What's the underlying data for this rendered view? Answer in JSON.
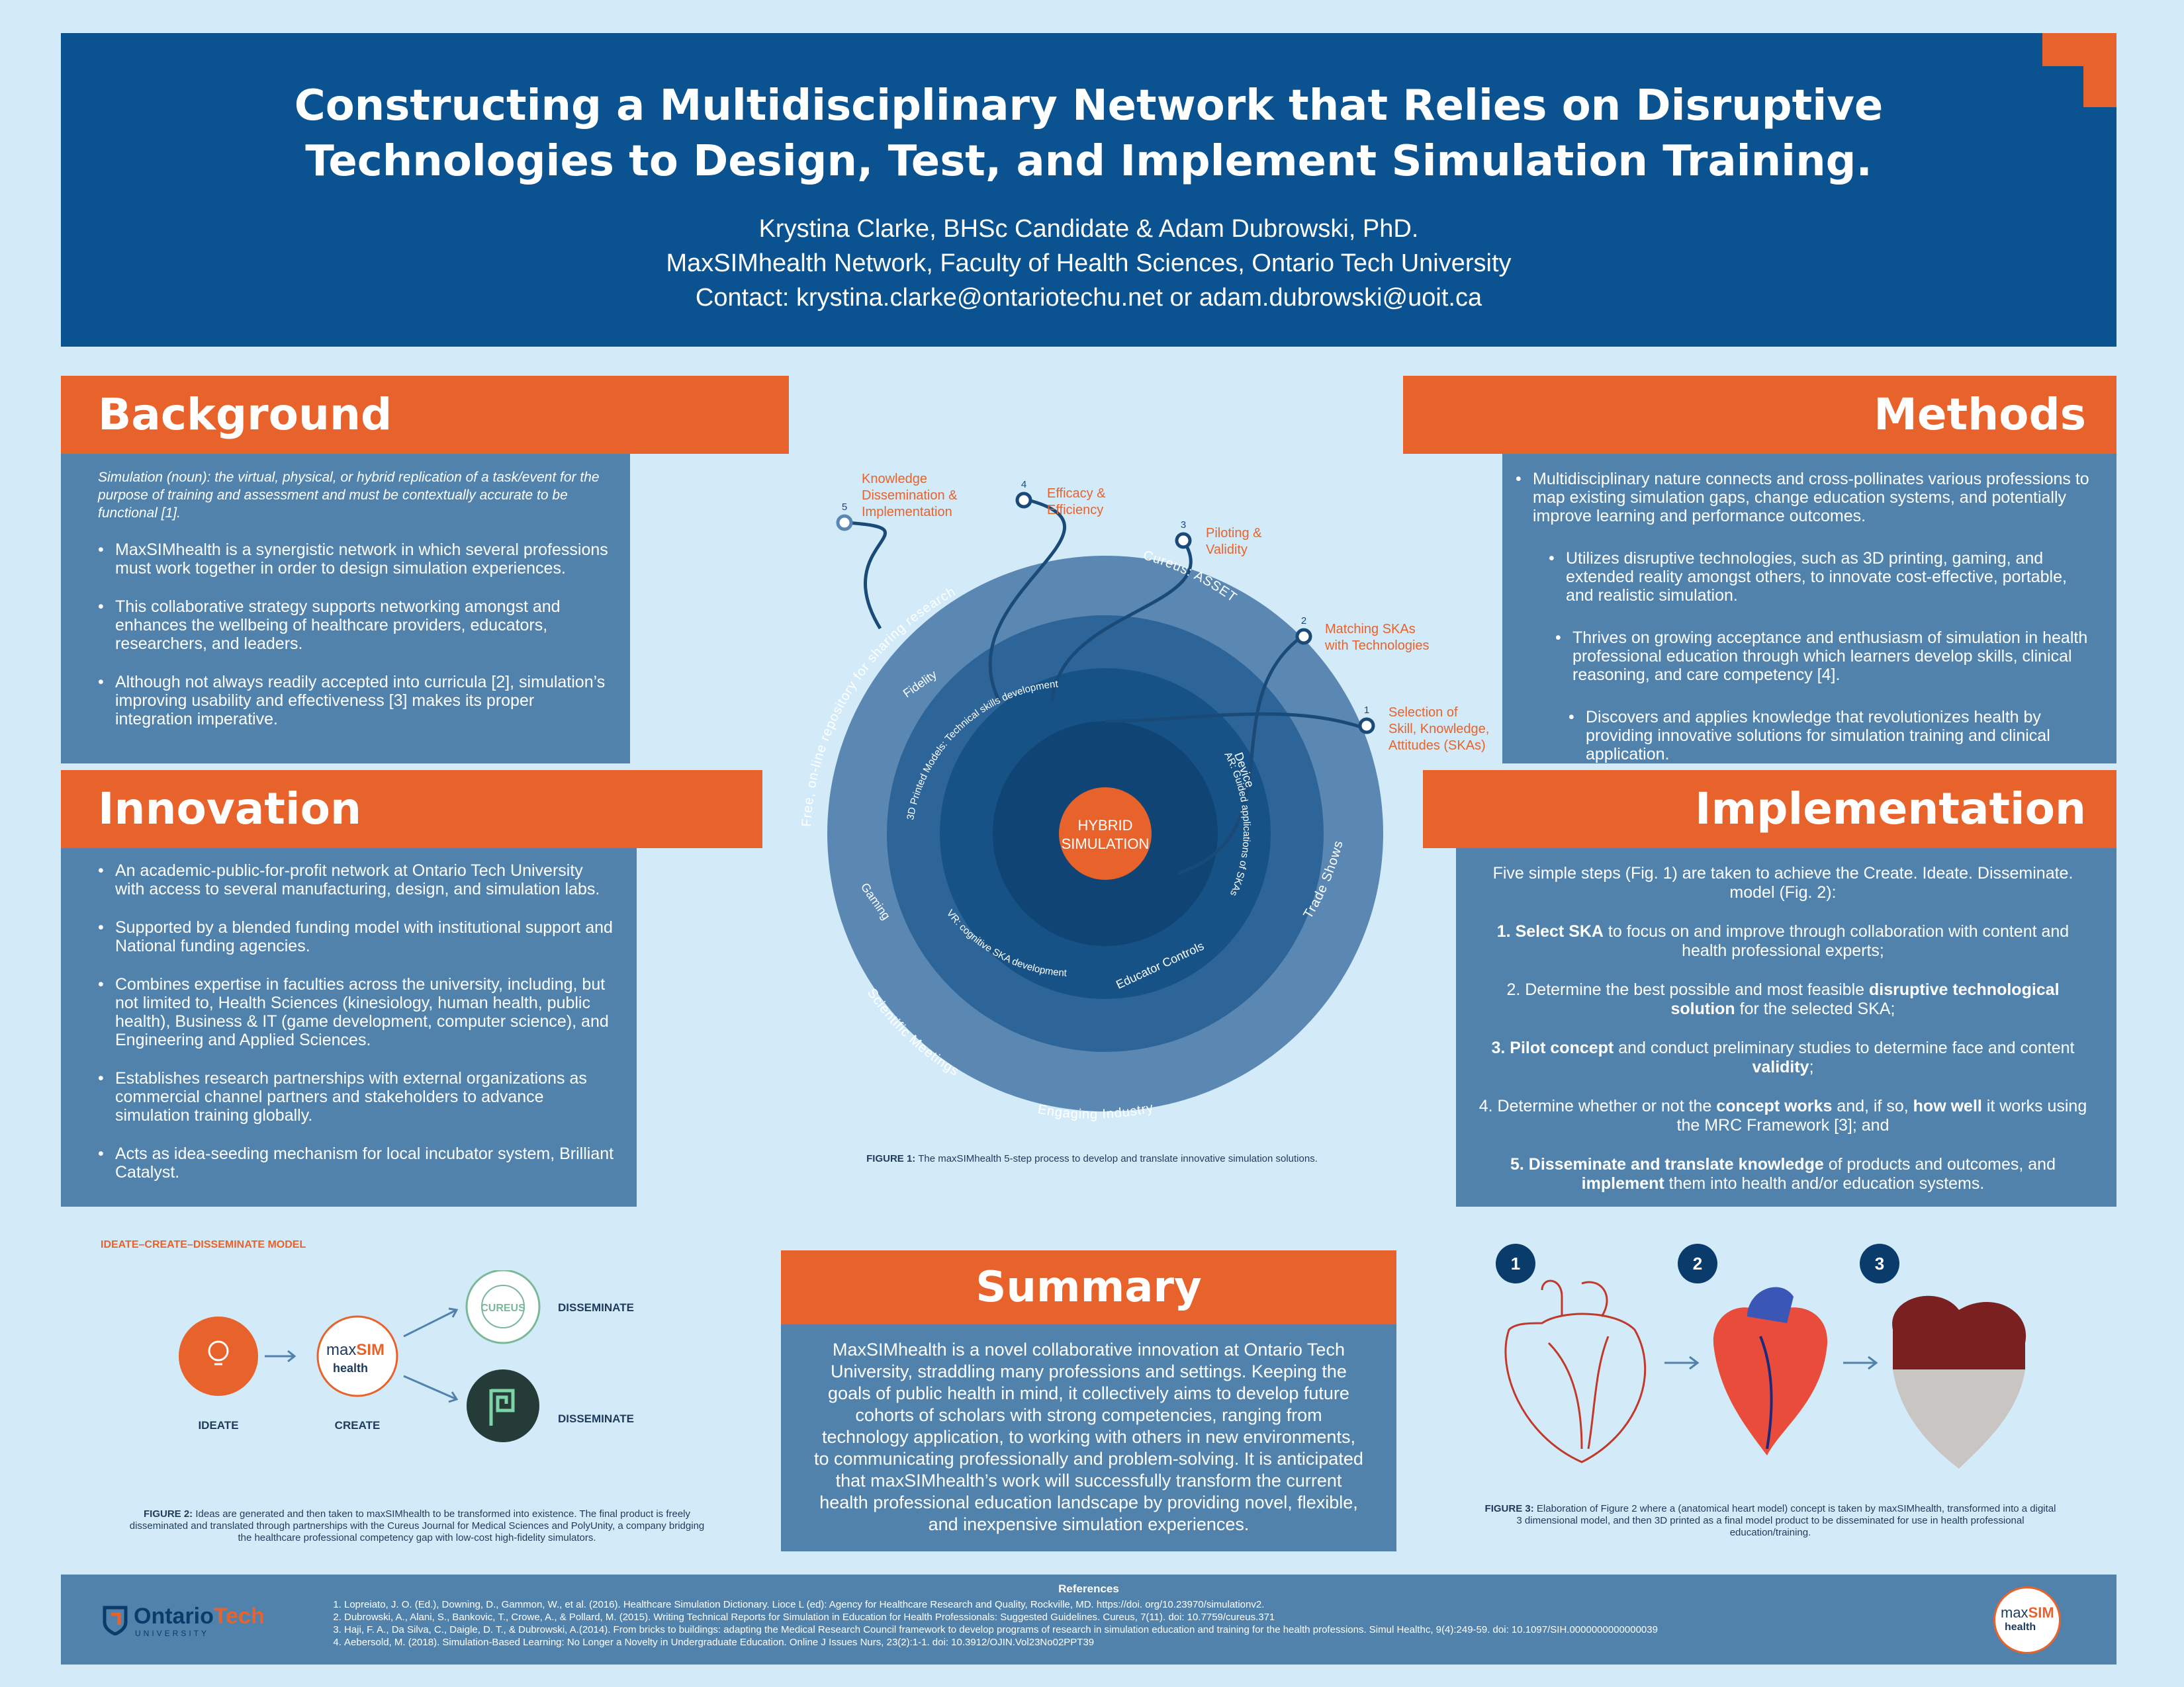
{
  "header": {
    "title_line1": "Constructing a Multidisciplinary Network that Relies on Disruptive",
    "title_line2": "Technologies to Design, Test, and Implement Simulation Training.",
    "authors": "Krystina Clarke, BHSc Candidate & Adam Dubrowski, PhD.",
    "affiliation": "MaxSIMhealth Network, Faculty of Health Sciences, Ontario Tech University",
    "contact": "Contact: krystina.clarke@ontariotechu.net or adam.dubrowski@uoit.ca"
  },
  "background": {
    "title": "Background",
    "definition": "Simulation (noun): the virtual, physical, or hybrid replication of a task/event for the purpose of training and assessment and must be contextually accurate to be functional [1].",
    "bullets": [
      "MaxSIMhealth is a synergistic network in which several professions must work together in order to design simulation experiences.",
      "This collaborative strategy supports networking amongst and enhances the wellbeing of healthcare providers, educators, researchers, and leaders.",
      "Although not always readily accepted into curricula [2], simulation’s improving usability and effectiveness [3] makes its proper integration imperative."
    ]
  },
  "innovation": {
    "title": "Innovation",
    "bullets": [
      "An academic-public-for-profit network at Ontario Tech University with access to several manufacturing, design, and simulation labs.",
      "Supported by a blended funding model with institutional support and National funding agencies.",
      "Combines expertise in faculties across the university, including, but not limited to, Health Sciences (kinesiology, human health, public health), Business & IT (game development, computer science), and Engineering and Applied Sciences.",
      "Establishes research partnerships with external organizations as commercial channel partners and stakeholders to advance simulation training globally.",
      "Acts as idea-seeding mechanism for local incubator system, Brilliant Catalyst."
    ]
  },
  "methods": {
    "title": "Methods",
    "bullets": [
      "Multidisciplinary nature connects and cross-pollinates various professions to map existing simulation gaps, change education systems, and potentially improve learning and performance outcomes.",
      "Utilizes disruptive technologies, such as 3D printing, gaming, and extended reality amongst others, to innovate cost-effective, portable, and realistic simulation.",
      "Thrives on growing acceptance and enthusiasm of simulation in health professional education through which learners develop skills, clinical reasoning, and care competency [4].",
      "Discovers and applies knowledge that revolutionizes health by providing innovative solutions for simulation training and clinical application."
    ]
  },
  "implementation": {
    "title": "Implementation",
    "intro": "Five simple steps (Fig. 1) are taken to achieve the Create. Ideate. Disseminate. model (Fig. 2):",
    "s1_num": "1.",
    "s1_bold": "Select SKA",
    "s1_text": " to focus on and improve through collaboration with content and health professional experts;",
    "s2_text": "2. Determine the best possible and most feasible ",
    "s2_bold": "disruptive technological solution",
    "s2_text2": " for the selected SKA;",
    "s3_bold": "3. Pilot concept",
    "s3_text": " and conduct preliminary studies to determine face and content ",
    "s3_bold2": "validity",
    "s3_text2": ";",
    "s4_text": "4. Determine whether or not the ",
    "s4_bold": "concept works",
    "s4_text2": " and, if so, ",
    "s4_bold2": "how well",
    "s4_text3": " it works using the MRC Framework [3]; and",
    "s5_bold": "5. Disseminate and translate knowledge",
    "s5_text": " of products and outcomes, and ",
    "s5_bold2": "implement",
    "s5_text2": " them into health and/or education systems."
  },
  "diagram": {
    "center_line1": "HYBRID",
    "center_line2": "SIMULATION",
    "ring_inner": {
      "top": "3D Printed Models: Technical skills development",
      "right": "AR: Guided applications of SKAs",
      "bottom": "VR: cognitive SKA development"
    },
    "ring_mid": {
      "top_left": "Fidelity",
      "right": "Device",
      "bottom_left": "Gaming",
      "bottom_right": "Educator Controls"
    },
    "ring_outer": {
      "left": "Free, on-line repository for sharing research",
      "top_right": "Cureus: ASSET",
      "right": "Trade Shows",
      "bottom_left": "Scientific Meetings",
      "bottom": "Engaging Industry"
    },
    "steps": [
      {
        "num": "1",
        "label_l1": "Selection of",
        "label_l2": "Skill, Knowledge,",
        "label_l3": "Attitudes (SKAs)"
      },
      {
        "num": "2",
        "label_l1": "Matching SKAs",
        "label_l2": "with Technologies",
        "label_l3": ""
      },
      {
        "num": "3",
        "label_l1": "Piloting &",
        "label_l2": "Validity",
        "label_l3": ""
      },
      {
        "num": "4",
        "label_l1": "Efficacy &",
        "label_l2": "Efficiency",
        "label_l3": ""
      },
      {
        "num": "5",
        "label_l1": "Knowledge",
        "label_l2": "Dissemination &",
        "label_l3": "Implementation"
      }
    ],
    "caption_bold": "FIGURE 1:",
    "caption_text": " The maxSIMhealth 5-step process to develop and translate innovative simulation solutions."
  },
  "model": {
    "title": "IDEATE–CREATE–DISSEMINATE MODEL",
    "ideate": "IDEATE",
    "create": "CREATE",
    "disseminate_1": "DISSEMINATE",
    "disseminate_2": "DISSEMINATE",
    "maxsim_a": "max",
    "maxsim_b": "SIM",
    "maxsim_c": "health",
    "cureus_text": "CUREUS",
    "caption_bold": "FIGURE 2:",
    "caption_text": " Ideas are generated and then taken to maxSIMhealth to be transformed into existence. The final product is freely disseminated and translated through partnerships with the Cureus Journal for Medical Sciences and PolyUnity, a company bridging the healthcare professional competency gap with low-cost high-fidelity simulators."
  },
  "summary": {
    "title": "Summary",
    "text": "MaxSIMhealth is a novel collaborative innovation at Ontario Tech University, straddling many professions and settings. Keeping the goals of public health in mind, it collectively aims to develop future cohorts of scholars with strong competencies, ranging from technology application, to working with others in new environments, to communicating professionally and problem-solving. It is anticipated that maxSIMhealth’s work will successfully transform the current health professional education landscape by providing novel, flexible, and inexpensive simulation experiences."
  },
  "heart": {
    "steps": [
      "1",
      "2",
      "3"
    ],
    "caption_bold": "FIGURE 3:",
    "caption_text": " Elaboration of Figure 2 where a (anatomical heart model) concept is taken by maxSIMhealth, transformed into a digital 3 dimensional model, and then 3D printed as a final model product to be disseminated for use in health professional education/training."
  },
  "references": {
    "title": "References",
    "items": [
      "Lopreiato, J. O. (Ed.), Downing, D., Gammon, W., et al. (2016). Healthcare Simulation Dictionary. Lioce L (ed): Agency for Healthcare Research and Quality, Rockville, MD. https://doi. org/10.23970/simulationv2.",
      "Dubrowski, A., Alani, S., Bankovic, T., Crowe, A., & Pollard, M. (2015). Writing Technical Reports for Simulation in Education for Health Professionals: Suggested Guidelines. Cureus, 7(11). doi: 10.7759/cureus.371",
      "Haji, F. A., Da Silva, C., Daigle, D. T., & Dubrowski, A.(2014). From bricks to buildings: adapting the Medical Research Council framework to develop programs of research in simulation education and training for the health professions. Simul Healthc, 9(4):249-59. doi: 10.1097/SIH.0000000000000039",
      "Aebersold, M. (2018). Simulation-Based Learning: No Longer a Novelty in Undergraduate Education. Online J Issues Nurs, 23(2):1-1. doi: 10.3912/OJIN.Vol23No02PPT39"
    ],
    "logo_ontario": "Ontario",
    "logo_tech": "Tech",
    "logo_university": "UNIVERSITY",
    "logo_max": "max",
    "logo_sim": "SIM",
    "logo_health": "health"
  },
  "colors": {
    "navy": "#0a5290",
    "orange": "#e8622b",
    "panel": "#5182ab",
    "bg": "#d3ebf8"
  }
}
